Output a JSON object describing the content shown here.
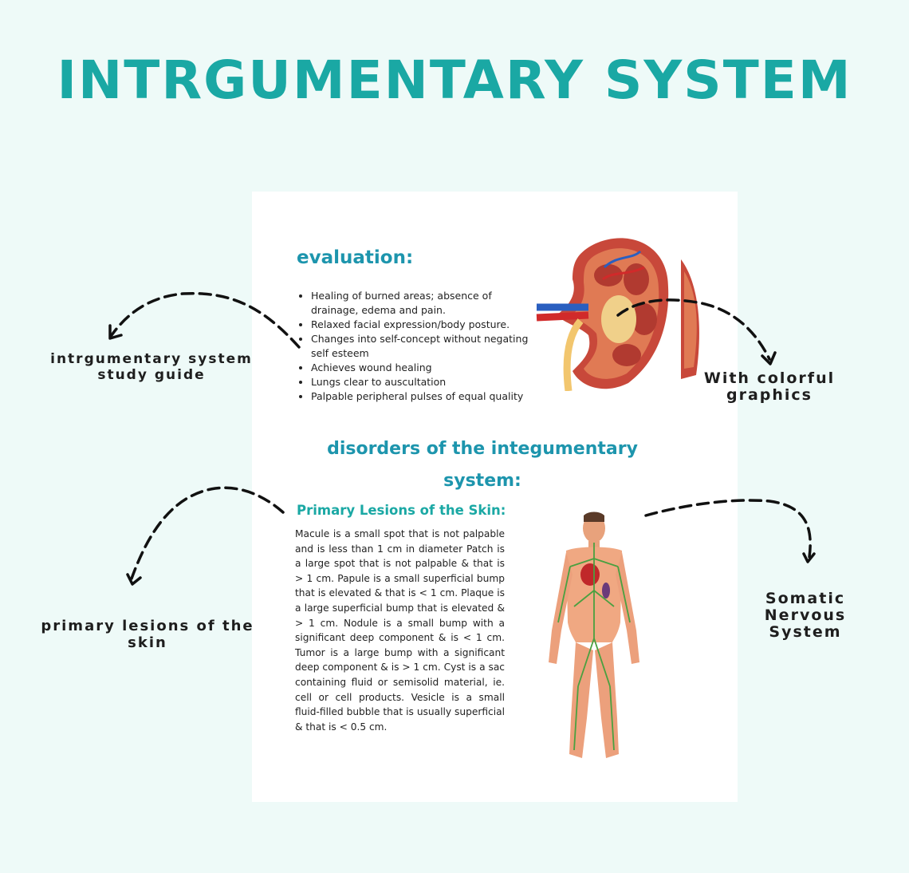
{
  "title": "INTRGUMENTARY SYSTEM",
  "evaluation": {
    "heading": "evaluation:",
    "items": [
      "Healing of burned areas; absence of drainage, edema and pain.",
      "Relaxed facial expression/body posture.",
      "Changes into self-concept without negating self esteem",
      "Achieves wound healing",
      "Lungs clear to auscultation",
      "Palpable peripheral pulses of equal quality"
    ]
  },
  "disorders": {
    "heading_line1": "disorders of the integumentary",
    "heading_line2": "system:"
  },
  "lesions": {
    "heading": "Primary Lesions of the Skin:",
    "body": "Macule is a small spot that is not palpable and is less than 1 cm in diameter Patch is a large spot that is not palpable & that is > 1 cm. Papule is a small superficial bump that is elevated & that is < 1 cm. Plaque is a large superficial bump that is elevated & > 1 cm. Nodule is a small bump with a significant deep component & is < 1 cm. Tumor is a large bump with a significant deep component & is > 1 cm. Cyst is a sac containing fluid or semisolid material, ie. cell or cell products. Vesicle is a small fluid-filled bubble that is usually superficial & that is < 0.5 cm."
  },
  "callouts": {
    "study_guide": [
      "intrgumentary system",
      "study guide"
    ],
    "graphics": [
      "With colorful",
      "graphics"
    ],
    "lesions": [
      "primary lesions of the",
      "skin"
    ],
    "somatic": [
      "Somatic",
      "Nervous",
      "System"
    ]
  },
  "colors": {
    "background": "#eefaf8",
    "title": "#1aa8a4",
    "heading": "#1d95ad",
    "sheet": "#ffffff"
  },
  "icons": {
    "kidney": "kidney-illustration",
    "body": "human-body-nervous-system-illustration"
  }
}
